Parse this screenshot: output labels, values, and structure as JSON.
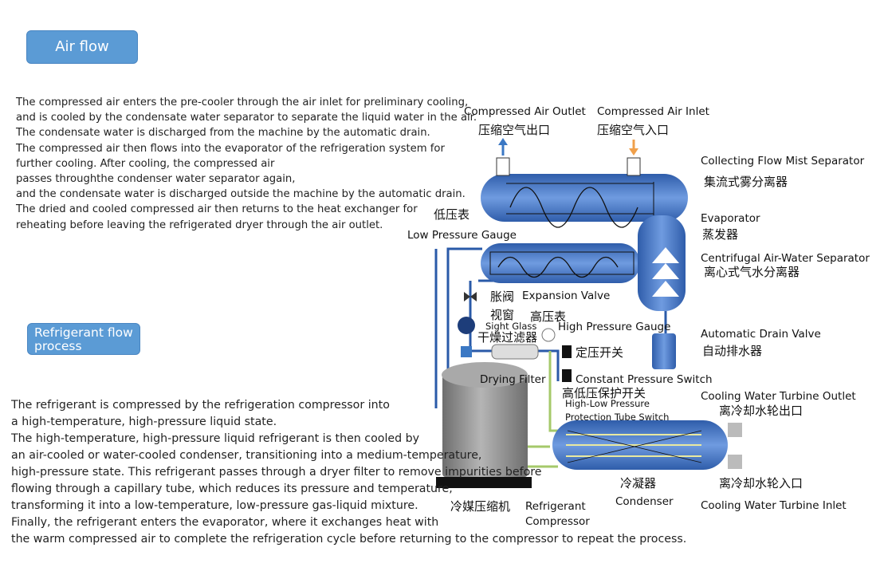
{
  "air_flow": {
    "title": "Air flow process",
    "lines": [
      "The compressed air enters the pre-cooler through the air inlet for preliminary cooling,",
      "and is cooled by the condensate water separator to separate the liquid water in the air.",
      " The condensate water is discharged from the machine by the automatic drain.",
      "The compressed air then flows into the evaporator of the refrigeration system for",
      "further cooling. After cooling, the compressed air",
      "passes throughthe condenser water separator again,",
      "and the condensate water is discharged outside the machine by the automatic drain.",
      "The dried and cooled compressed air then returns to the heat exchanger for",
      " reheating before leaving the refrigerated dryer through the air outlet."
    ]
  },
  "refrigerant_flow": {
    "title_line1": "Refrigerant flow",
    "title_line2": "process",
    "lines": [
      "The refrigerant is compressed by the refrigeration compressor into",
      "a high-temperature, high-pressure liquid state.",
      "The high-temperature, high-pressure liquid refrigerant is then cooled by",
      "an air-cooled or water-cooled condenser, transitioning into a medium-temperature,",
      "high-pressure state. This refrigerant passes through a dryer filter to remove impurities before",
      "flowing through a capillary tube, which reduces its pressure and temperature,",
      "transforming it into a low-temperature, low-pressure gas-liquid mixture.",
      "Finally, the refrigerant enters the evaporator, where it exchanges heat with",
      "the warm compressed air to complete the refrigeration cycle before returning to the compressor to repeat the process."
    ]
  },
  "labels": {
    "air_outlet_en": "Compressed Air Outlet",
    "air_outlet_cn": "压缩空气出口",
    "air_inlet_en": "Compressed Air Inlet",
    "air_inlet_cn": "压缩空气入口",
    "mist_sep_en": "Collecting Flow Mist Separator",
    "mist_sep_cn": "集流式雾分离器",
    "evaporator_en": "Evaporator",
    "evaporator_cn": "蒸发器",
    "centrifugal_en": "Centrifugal Air-Water Separator",
    "centrifugal_cn": "离心式气水分离器",
    "low_gauge_cn": "低压表",
    "low_gauge_en": "Low Pressure Gauge",
    "expansion_cn": "胀阀",
    "expansion_en": "Expansion Valve",
    "sight_glass_cn": "视窗",
    "sight_glass_en": "Sight Glass",
    "high_gauge_cn": "高压表",
    "high_gauge_en": "High Pressure Gauge",
    "dry_filter_cn": "干燥过滤器",
    "dry_filter_en": "Drying Filter",
    "drain_en": "Automatic Drain Valve",
    "drain_cn": "自动排水器",
    "const_switch_cn": "定压开关",
    "const_switch_en": "Constant Pressure Switch",
    "hl_switch_cn": "高低压保护开关",
    "hl_switch_en1": "High-Low Pressure",
    "hl_switch_en2": "Protection Tube Switch",
    "cw_outlet_en": "Cooling Water Turbine Outlet",
    "cw_outlet_cn": "离冷却水轮出口",
    "cw_inlet_cn": "离冷却水轮入口",
    "cw_inlet_en": "Cooling Water Turbine Inlet",
    "condenser_cn": "冷凝器",
    "condenser_en": "Condenser",
    "compressor_cn": "冷媒压缩机",
    "compressor_en1": "Refrigerant",
    "compressor_en2": "Compressor"
  },
  "colors": {
    "badge": "#5b9bd5",
    "vessel_blue": "#3f6fbf",
    "pipe_blue": "#2a5aa8",
    "pipe_green": "#a5c96a",
    "compressor_gray": "#8c8c8c",
    "outlet_arrow": "#3b78c4",
    "inlet_arrow": "#f0a04b"
  }
}
